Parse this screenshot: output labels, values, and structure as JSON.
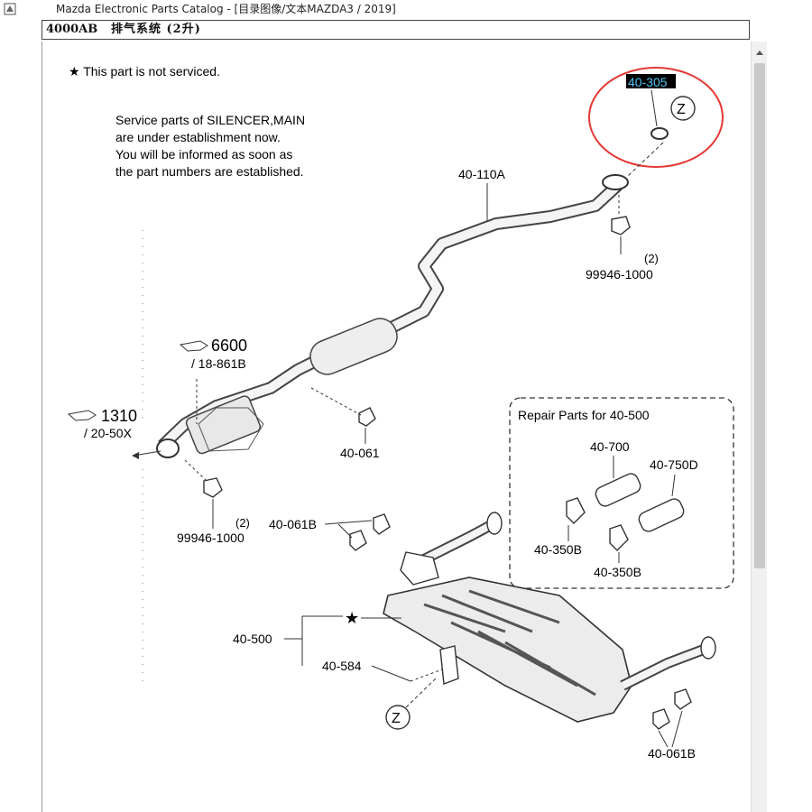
{
  "window": {
    "title": "Mazda Electronic Parts Catalog - [目录图像/文本MAZDA3 / 2019]"
  },
  "header": {
    "code": "4000AB",
    "name": "排气系统 (2升)"
  },
  "diagram": {
    "note_not_serviced": "★ This part is not serviced.",
    "service_note": [
      "Service parts of SILENCER,MAIN",
      "are under establishment now.",
      "You will be informed as soon as",
      "the part numbers are established."
    ],
    "parts": {
      "p40_305": "40-305",
      "p40_110A": "40-110A",
      "p99946_top": "99946-1000",
      "p99946_top_qty": "(2)",
      "ref6600": "6600",
      "ref6600_sub": "/ 18-861B",
      "ref1310": "1310",
      "ref1310_sub": "/ 20-50X",
      "p40_061": "40-061",
      "p99946_bottom": "99946-1000",
      "p99946_bottom_qty": "(2)",
      "p40_061B_a": "40-061B",
      "p40_500": "40-500",
      "p40_584": "40-584",
      "p40_061B_b": "40-061B",
      "zone_z": "Z"
    },
    "repair_box": {
      "title": "Repair Parts for 40-500",
      "p40_700": "40-700",
      "p40_750D": "40-750D",
      "p40_350B_a": "40-350B",
      "p40_350B_b": "40-350B"
    },
    "colors": {
      "highlight_box": "#000000",
      "highlight_text": "#4fc3f7",
      "circle_red": "#e53935",
      "line": "#333333"
    }
  }
}
